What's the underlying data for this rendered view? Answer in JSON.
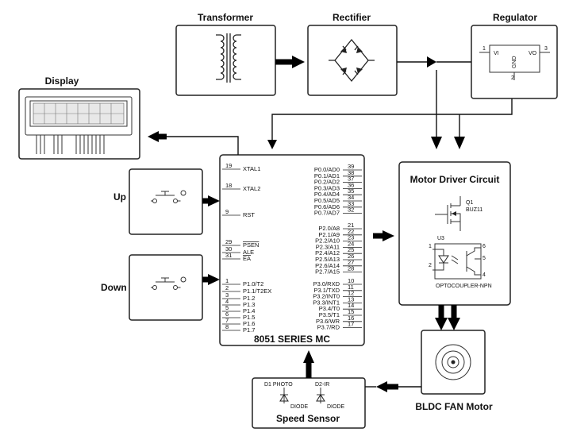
{
  "blocks": {
    "transformer": "Transformer",
    "rectifier": "Rectifier",
    "regulator": "Regulator",
    "display": "Display",
    "up": "Up",
    "down": "Down",
    "mcu": "8051 SERIES MC",
    "motor_driver": "Motor Driver Circuit",
    "speed_sensor": "Speed Sensor",
    "fan_motor": "BLDC FAN Motor"
  },
  "regulator_pins": {
    "vi": "VI",
    "vo": "VO",
    "gnd": "GND",
    "pin1": "1",
    "pin3": "3",
    "pin2": "2"
  },
  "mcu_left_pins": [
    {
      "num": "19",
      "name": "XTAL1"
    },
    {
      "num": "18",
      "name": "XTAL2"
    },
    {
      "num": "9",
      "name": "RST"
    },
    {
      "num": "29",
      "name": "PSEN"
    },
    {
      "num": "30",
      "name": "ALE"
    },
    {
      "num": "31",
      "name": "EA"
    },
    {
      "num": "1",
      "name": "P1.0/T2"
    },
    {
      "num": "2",
      "name": "P1.1/T2EX"
    },
    {
      "num": "3",
      "name": "P1.2"
    },
    {
      "num": "4",
      "name": "P1.3"
    },
    {
      "num": "5",
      "name": "P1.4"
    },
    {
      "num": "6",
      "name": "P1.5"
    },
    {
      "num": "7",
      "name": "P1.6"
    },
    {
      "num": "8",
      "name": "P1.7"
    }
  ],
  "mcu_right_pins": [
    {
      "num": "39",
      "name": "P0.0/AD0"
    },
    {
      "num": "38",
      "name": "P0.1/AD1"
    },
    {
      "num": "37",
      "name": "P0.2/AD2"
    },
    {
      "num": "36",
      "name": "P0.3/AD3"
    },
    {
      "num": "35",
      "name": "P0.4/AD4"
    },
    {
      "num": "34",
      "name": "P0.5/AD5"
    },
    {
      "num": "33",
      "name": "P0.6/AD6"
    },
    {
      "num": "32",
      "name": "P0.7/AD7"
    },
    {
      "num": "21",
      "name": "P2.0/A8"
    },
    {
      "num": "22",
      "name": "P2.1/A9"
    },
    {
      "num": "23",
      "name": "P2.2/A10"
    },
    {
      "num": "24",
      "name": "P2.3/A11"
    },
    {
      "num": "25",
      "name": "P2.4/A12"
    },
    {
      "num": "26",
      "name": "P2.5/A13"
    },
    {
      "num": "27",
      "name": "P2.6/A14"
    },
    {
      "num": "28",
      "name": "P2.7/A15"
    },
    {
      "num": "10",
      "name": "P3.0/RXD"
    },
    {
      "num": "11",
      "name": "P3.1/TXD"
    },
    {
      "num": "12",
      "name": "P3.2/INT0"
    },
    {
      "num": "13",
      "name": "P3.3/INT1"
    },
    {
      "num": "14",
      "name": "P3.4/T0"
    },
    {
      "num": "15",
      "name": "P3.5/T1"
    },
    {
      "num": "16",
      "name": "P3.6/WR"
    },
    {
      "num": "17",
      "name": "P3.7/RD"
    }
  ],
  "motor_driver": {
    "q_label": "Q1",
    "q_part": "BUZ11",
    "u_label": "U3",
    "u_part": "OPTOCOUPLER-NPN",
    "p1": "1",
    "p2": "2",
    "p4": "4",
    "p5": "5",
    "p6": "6"
  },
  "speed_sensor": {
    "d1": "D1 PHOTO",
    "d2": "D2-IR",
    "d1_type": "DIODE",
    "d2_type": "DIODE"
  },
  "colors": {
    "line": "#222222",
    "arrow": "#000000",
    "background": "#ffffff"
  }
}
